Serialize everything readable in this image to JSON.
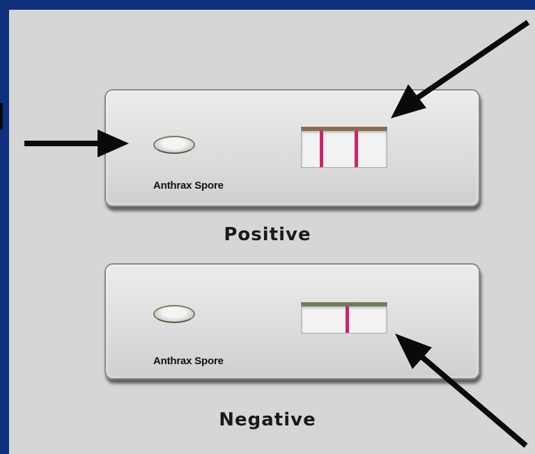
{
  "colors": {
    "frame": "#102f7c",
    "panel": "#d6d6d6",
    "test_line": "#d0216c",
    "arrow": "#0a0a0a"
  },
  "cassettes": [
    {
      "id": "positive",
      "label": "Anthrax Spore",
      "caption": "Positive",
      "visible_lines": 2
    },
    {
      "id": "negative",
      "label": "Anthrax Spore",
      "caption": "Negative",
      "visible_lines": 1
    }
  ],
  "arrows": [
    {
      "name": "arrow-to-sample-well",
      "direction": "right"
    },
    {
      "name": "arrow-to-positive-result",
      "direction": "down-left"
    },
    {
      "name": "arrow-to-negative-result",
      "direction": "up-left"
    }
  ]
}
